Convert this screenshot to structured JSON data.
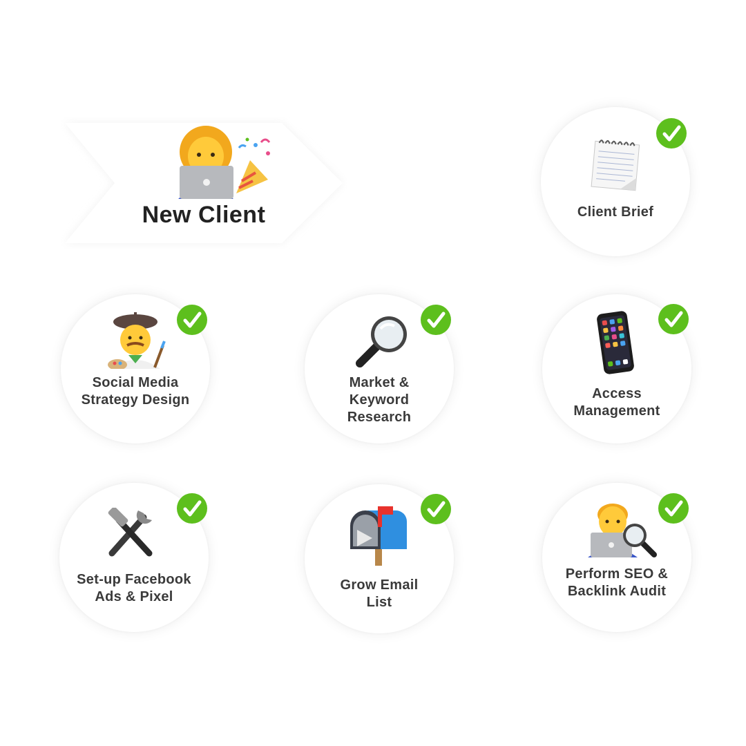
{
  "header": {
    "title": "New Client"
  },
  "colors": {
    "check": "#5dbf1d",
    "text": "#3a3a3a",
    "title": "#222222"
  },
  "steps": [
    {
      "label": "Client Brief",
      "icon": "notepad-icon",
      "done": true
    },
    {
      "label": "Social Media\nStrategy Design",
      "icon": "artist-icon",
      "done": true
    },
    {
      "label": "Market &\nKeyword\nResearch",
      "icon": "magnifying-glass-icon",
      "done": true
    },
    {
      "label": "Access\nManagement",
      "icon": "smartphone-icon",
      "done": true
    },
    {
      "label": "Set-up Facebook\nAds & Pixel",
      "icon": "hammer-wrench-icon",
      "done": true
    },
    {
      "label": "Grow Email\nList",
      "icon": "mailbox-icon",
      "done": true
    },
    {
      "label": "Perform SEO &\nBacklink Audit",
      "icon": "man-laptop-search-icon",
      "done": true
    }
  ]
}
